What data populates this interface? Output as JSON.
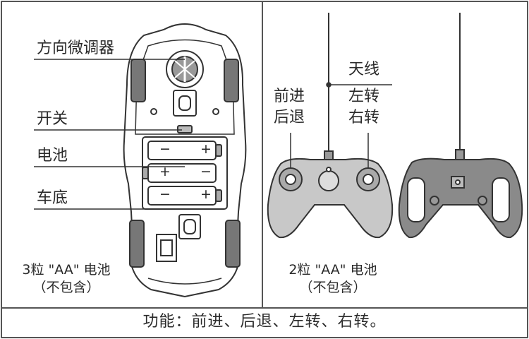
{
  "car": {
    "labels": {
      "trim": "方向微调器",
      "switch": "开关",
      "battery": "电池",
      "chassis": "车底"
    },
    "battery_caption": {
      "line1": "3粒 \"AA\" 电池",
      "line2": "（不包含）"
    },
    "battery_plus": "+",
    "battery_minus": "−"
  },
  "remote": {
    "labels": {
      "antenna": "天线",
      "fwd_back_1": "前进",
      "fwd_back_2": "后退",
      "left_right_1": "左转",
      "left_right_2": "右转"
    },
    "battery_caption": {
      "line1": "2粒 \"AA\" 电池",
      "line2": "（不包含）"
    }
  },
  "footer": {
    "text": "功能：前进、后退、左转、右转。"
  },
  "colors": {
    "border": "#555555",
    "outline": "#333333",
    "remote_fill": "#c8c8c8",
    "remote_dark": "#8a8a8a",
    "text": "#2a2a2a"
  }
}
